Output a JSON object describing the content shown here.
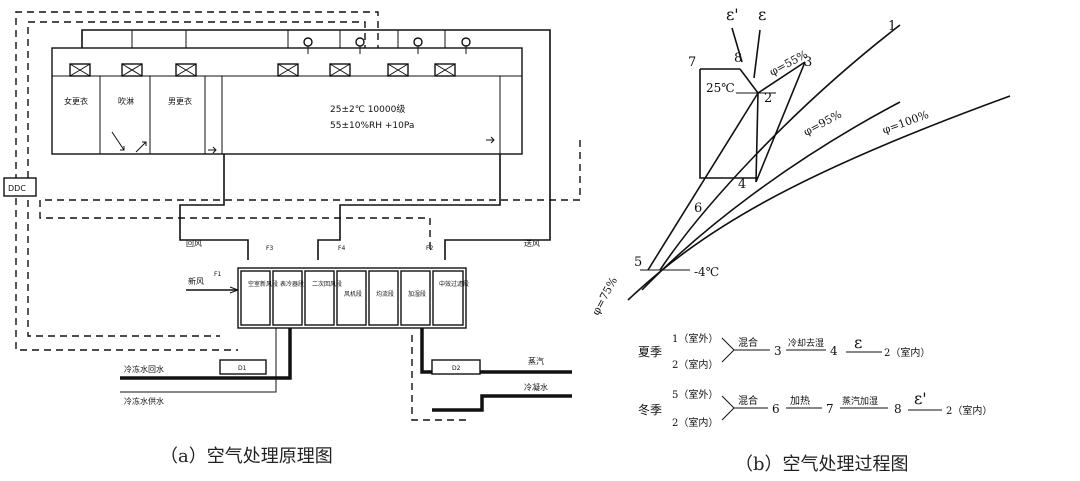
{
  "left": {
    "caption": "（a）空气处理原理图",
    "ddc": "DDC",
    "room_labels": [
      "女更衣",
      "吹淋",
      "男更衣"
    ],
    "spec_line1": "25±2℃ 10000级",
    "spec_line2": "55±10%RH +10Pa",
    "return_air": "回风",
    "supply_air": "送风",
    "fresh_air": "新风",
    "valve_f1": "F1",
    "valve_f2": "F2",
    "valve_f3": "F3",
    "valve_f4": "F4",
    "ahu_sections": [
      "空室新风段",
      "表冷器段",
      "二次回风段",
      "风机段",
      "均流段",
      "加湿段",
      "中效过滤段"
    ],
    "chw_return": "冷冻水回水",
    "chw_supply": "冷冻水供水",
    "steam": "蒸汽",
    "condensate": "冷凝水",
    "valve_tag_d1": "D1",
    "valve_tag_d2": "D2"
  },
  "right": {
    "caption": "（b）空气处理过程图",
    "pts": {
      "p1": "1",
      "p2": "2",
      "p3": "3",
      "p4": "4",
      "p5": "5",
      "p6": "6",
      "p7": "7",
      "p8": "8"
    },
    "eps": "ε",
    "eps_prime": "ε'",
    "t_25": "25℃",
    "t_m4": "-4℃",
    "phi_55": "φ=55%",
    "phi_95": "φ=95%",
    "phi_100": "φ=100%",
    "phi_75": "φ=75%",
    "summer": {
      "season": "夏季",
      "a": "1（室外）",
      "b": "2（室内）",
      "step1": "混合",
      "n1": "3",
      "step2": "冷却去湿",
      "n2": "4",
      "eps": "ε",
      "end": "2（室内）"
    },
    "winter": {
      "season": "冬季",
      "a": "5（室外）",
      "b": "2（室内）",
      "step1": "混合",
      "n1": "6",
      "step2": "加热",
      "n2": "7",
      "step3": "蒸汽加湿",
      "n3": "8",
      "eps": "ε'",
      "end": "2（室内）"
    }
  }
}
